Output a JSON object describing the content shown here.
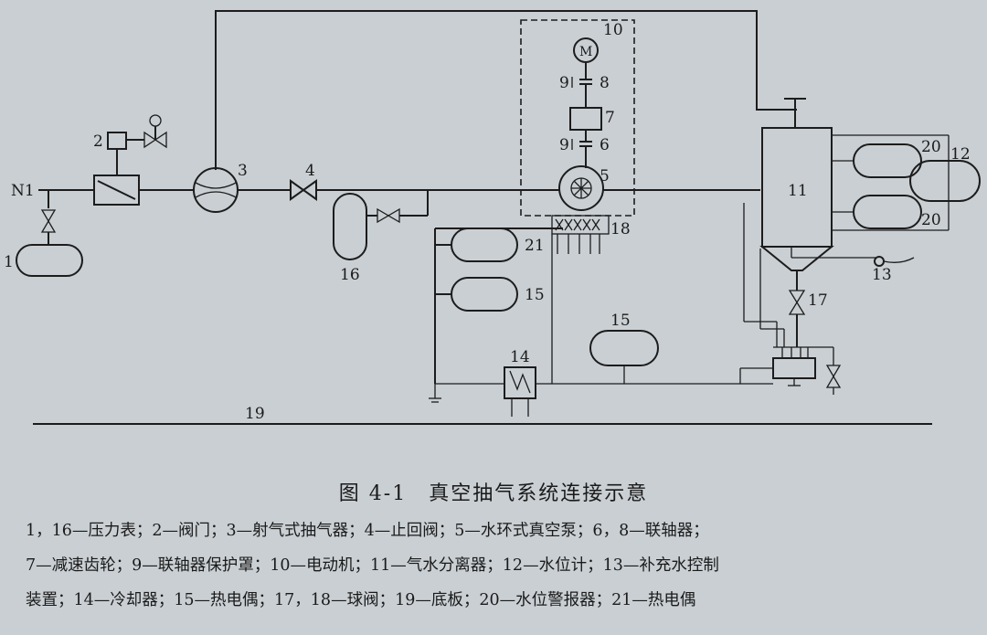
{
  "figure": {
    "caption": "图 4-1　真空抽气系统连接示意",
    "legend_lines": [
      "1，16—压力表；2—阀门；3—射气式抽气器；4—止回阀；5—水环式真空泵；6，8—联轴器；",
      "7—减速齿轮；9—联轴器保护罩；10—电动机；11—气水分离器；12—水位计；13—补充水控制",
      "装置；14—冷却器；15—热电偶；17，18—球阀；19—底板；20—水位警报器；21—热电偶"
    ]
  },
  "labels": {
    "n1": "N1",
    "c1": "1",
    "c2": "2",
    "c3": "3",
    "c4": "4",
    "c5": "5",
    "c6": "6",
    "c7": "7",
    "c8": "8",
    "c9a": "9",
    "c9b": "9",
    "c10": "10",
    "c11": "11",
    "c12": "12",
    "c13": "13",
    "c14": "14",
    "c15a": "15",
    "c15b": "15",
    "c16": "16",
    "c17": "17",
    "c18": "18",
    "c19": "19",
    "c20a": "20",
    "c20b": "20",
    "c21": "21",
    "motor": "M"
  }
}
